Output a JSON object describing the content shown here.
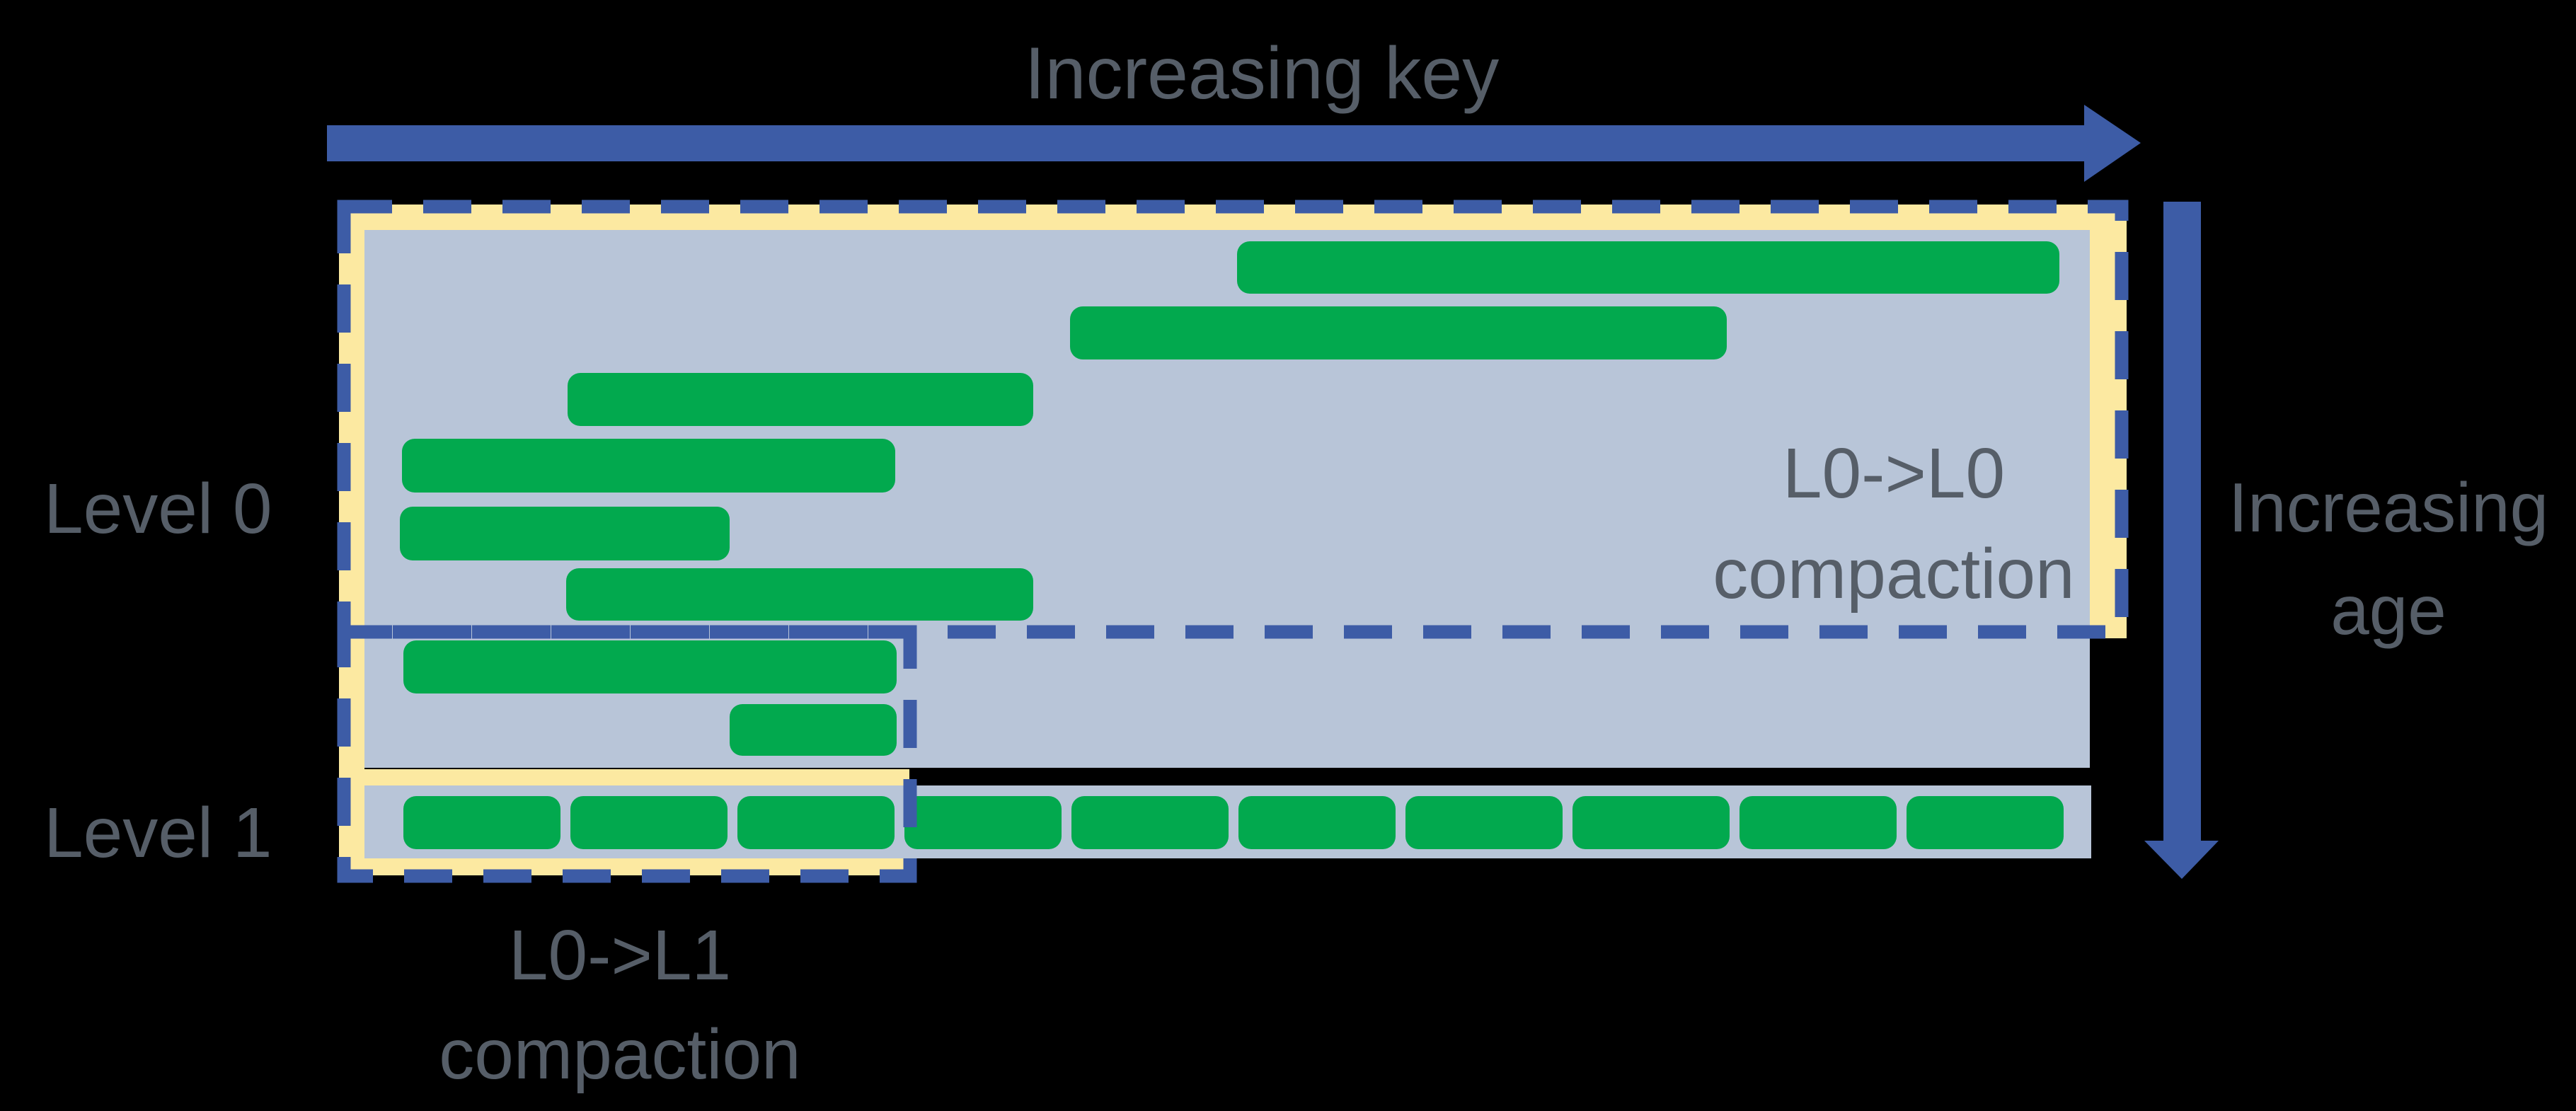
{
  "labels": {
    "increasing_key": "Increasing key",
    "increasing_age_line1": "Increasing",
    "increasing_age_line2": "age",
    "level0": "Level 0",
    "level1": "Level 1",
    "l0_l0_line1": "L0->L0",
    "l0_l0_line2": "compaction",
    "l0_l1_line1": "L0->L1",
    "l0_l1_line2": "compaction"
  },
  "colors": {
    "background": "#000000",
    "panel_fill": "#b8c5d8",
    "sstable_green": "#02a94e",
    "highlight_yellow": "#fce9a1",
    "arrow_navy": "#3d5ca6",
    "text_gray": "#565e68"
  },
  "sstables": {
    "level0_old": [
      [
        1748,
        341,
        1162,
        74
      ],
      [
        1512,
        433,
        928,
        75
      ],
      [
        802,
        527,
        658,
        75
      ],
      [
        568,
        620,
        697,
        76
      ],
      [
        565,
        716,
        466,
        76
      ],
      [
        800,
        803,
        660,
        74
      ]
    ],
    "level0_new": [
      [
        570,
        905,
        697,
        75
      ],
      [
        1031,
        995,
        236,
        73
      ]
    ],
    "level1": [
      [
        570,
        1125,
        222,
        75
      ],
      [
        806,
        1125,
        222,
        75
      ],
      [
        1042,
        1125,
        222,
        75
      ],
      [
        1278,
        1125,
        222,
        75
      ],
      [
        1514,
        1125,
        222,
        75
      ],
      [
        1750,
        1125,
        222,
        75
      ],
      [
        1986,
        1125,
        222,
        75
      ],
      [
        2222,
        1125,
        222,
        75
      ],
      [
        2458,
        1125,
        222,
        75
      ],
      [
        2694,
        1125,
        222,
        75
      ]
    ]
  }
}
